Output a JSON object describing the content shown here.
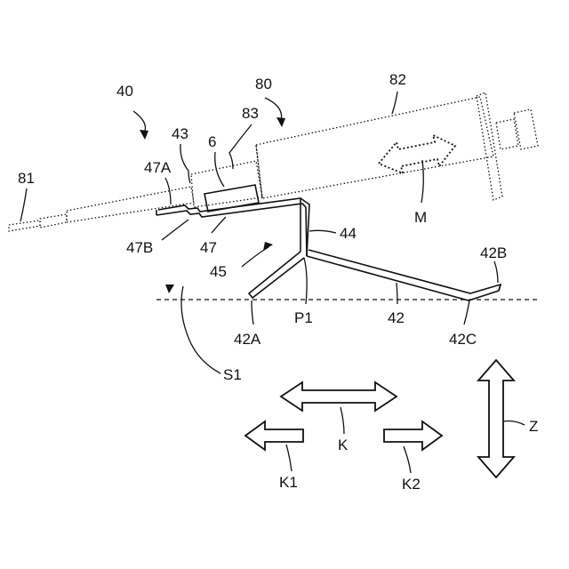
{
  "labels": {
    "l40": "40",
    "l80": "80",
    "l82": "82",
    "l83": "83",
    "l43": "43",
    "l6": "6",
    "l47A": "47A",
    "l81": "81",
    "l47B": "47B",
    "l47": "47",
    "l44": "44",
    "l45": "45",
    "l42B": "42B",
    "lM": "M",
    "l42A": "42A",
    "lP1": "P1",
    "l42": "42",
    "l42C": "42C",
    "lS1": "S1",
    "lK": "K",
    "lK1": "K1",
    "lK2": "K2",
    "lZ": "Z"
  },
  "colors": {
    "line": "#111111",
    "background": "#ffffff"
  }
}
